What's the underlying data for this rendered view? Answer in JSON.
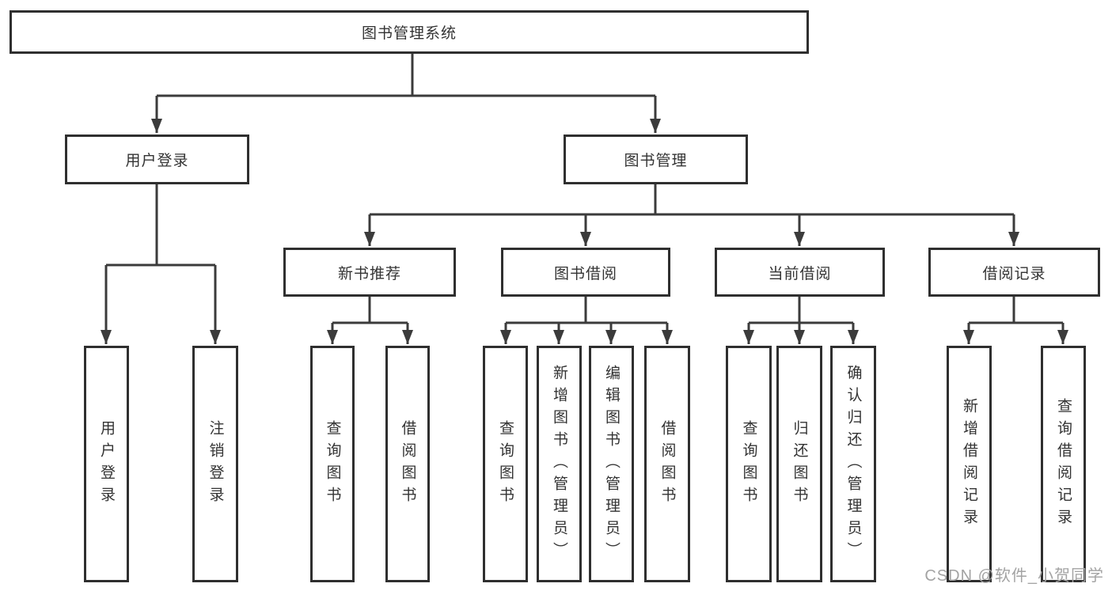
{
  "diagram_title": "图书管理系统",
  "tree": {
    "root": {
      "label": "图书管理系统"
    },
    "branches": [
      {
        "label": "用户登录",
        "children": [
          {
            "label": "用户登录"
          },
          {
            "label": "注销登录"
          }
        ]
      },
      {
        "label": "图书管理",
        "children": [
          {
            "label": "新书推荐",
            "children": [
              {
                "label": "查询图书"
              },
              {
                "label": "借阅图书"
              }
            ]
          },
          {
            "label": "图书借阅",
            "children": [
              {
                "label": "查询图书"
              },
              {
                "label": "新增图书（管理员）"
              },
              {
                "label": "编辑图书（管理员）"
              },
              {
                "label": "借阅图书"
              }
            ]
          },
          {
            "label": "当前借阅",
            "children": [
              {
                "label": "查询图书"
              },
              {
                "label": "归还图书"
              },
              {
                "label": "确认归还（管理员）"
              }
            ]
          },
          {
            "label": "借阅记录",
            "children": [
              {
                "label": "新增借阅记录"
              },
              {
                "label": "查询借阅记录"
              }
            ]
          }
        ]
      }
    ]
  },
  "watermark": {
    "text": "CSDN @软件_小贺同学"
  },
  "colors": {
    "line": "#3b3b3b",
    "box_border": "#2f2f2f",
    "text": "#333333",
    "background": "#ffffff",
    "watermark": "#a3a3a3"
  }
}
